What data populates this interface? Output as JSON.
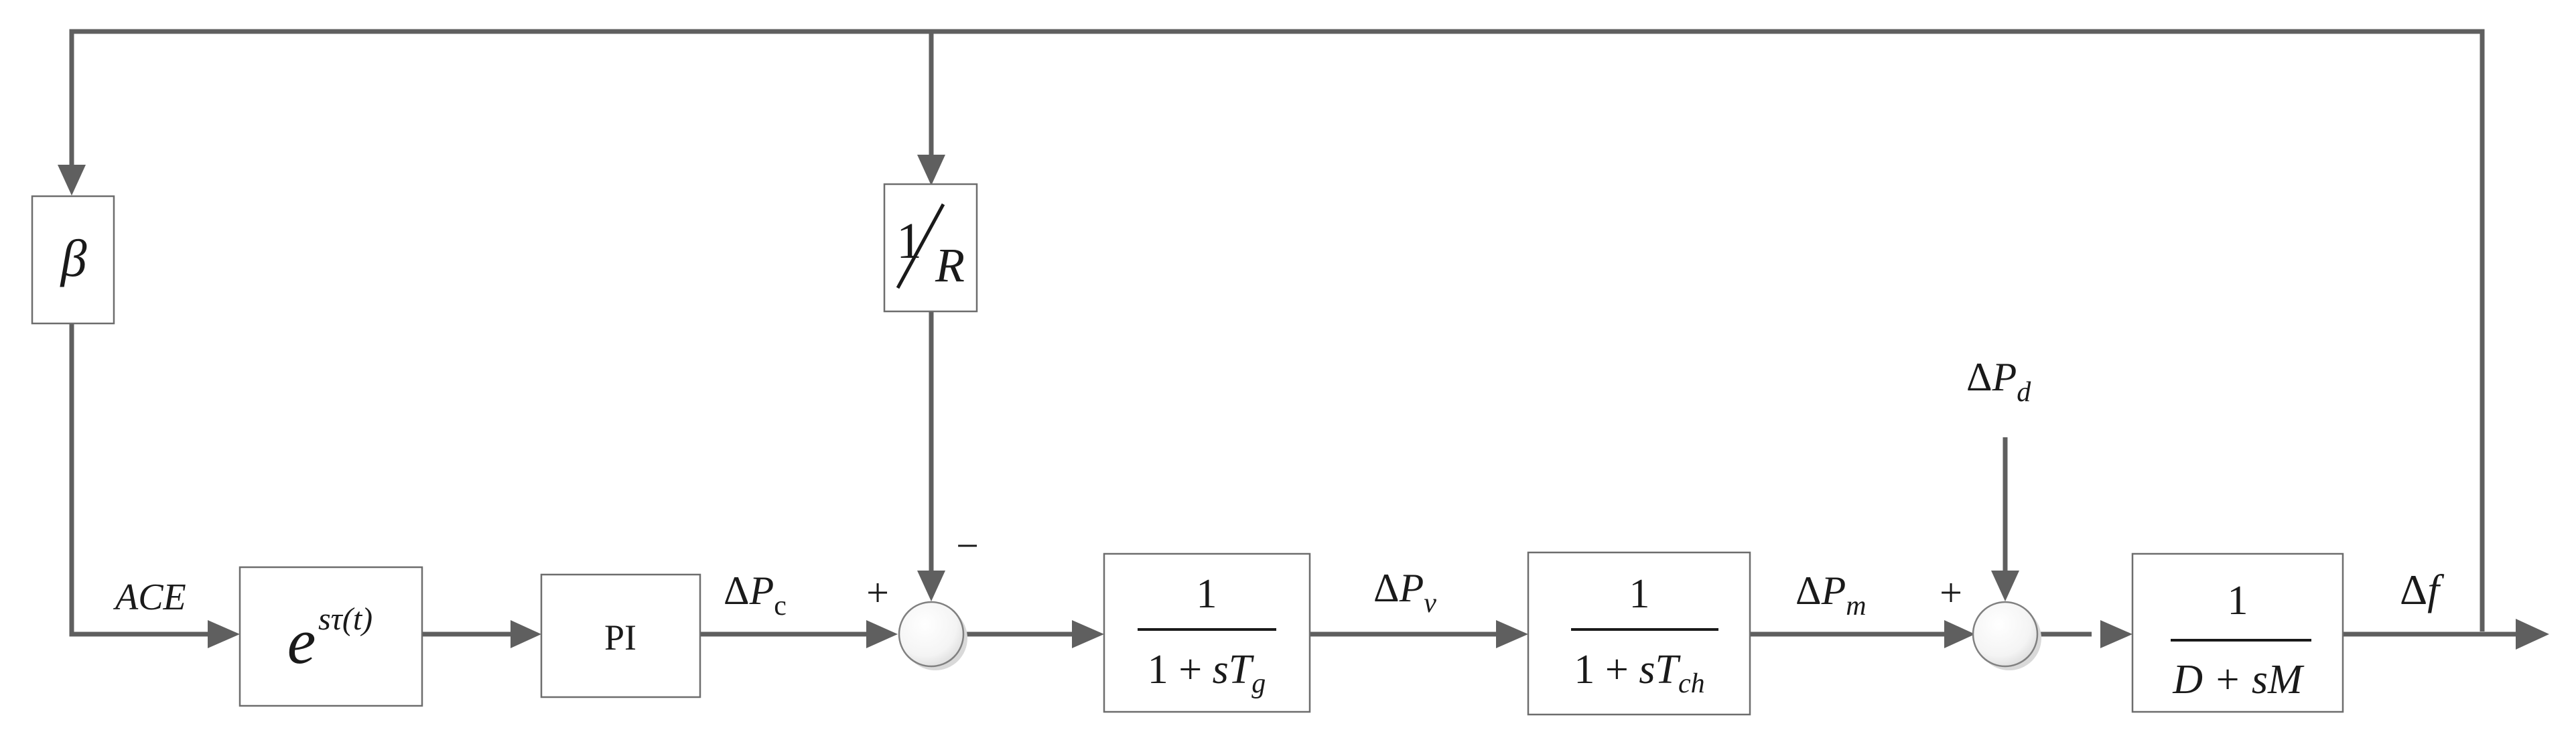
{
  "blocks": {
    "beta": {
      "symbol": "β"
    },
    "inv_r": {
      "numerator": "1",
      "denominator": "R"
    },
    "delay": {
      "base": "e",
      "exponent": "sτ(t)"
    },
    "pi": {
      "label": "PI"
    },
    "governor": {
      "numerator": "1",
      "den_prefix": "1 + ",
      "den_var": "sT",
      "den_sub": "g"
    },
    "turbine": {
      "numerator": "1",
      "den_prefix": "1 + ",
      "den_var": "sT",
      "den_sub": "ch"
    },
    "plant": {
      "numerator": "1",
      "denominator": "D + sM"
    }
  },
  "signals": {
    "ace": "ACE",
    "delta": "Δ",
    "pc": {
      "var": "P",
      "sub": "c"
    },
    "pv": {
      "var": "P",
      "sub": "v"
    },
    "pm": {
      "var": "P",
      "sub": "m"
    },
    "pd": {
      "var": "P",
      "sub": "d"
    },
    "f": "f"
  },
  "signs": {
    "sum1_plus": "+",
    "sum1_minus": "−",
    "sum2_plus": "+"
  }
}
